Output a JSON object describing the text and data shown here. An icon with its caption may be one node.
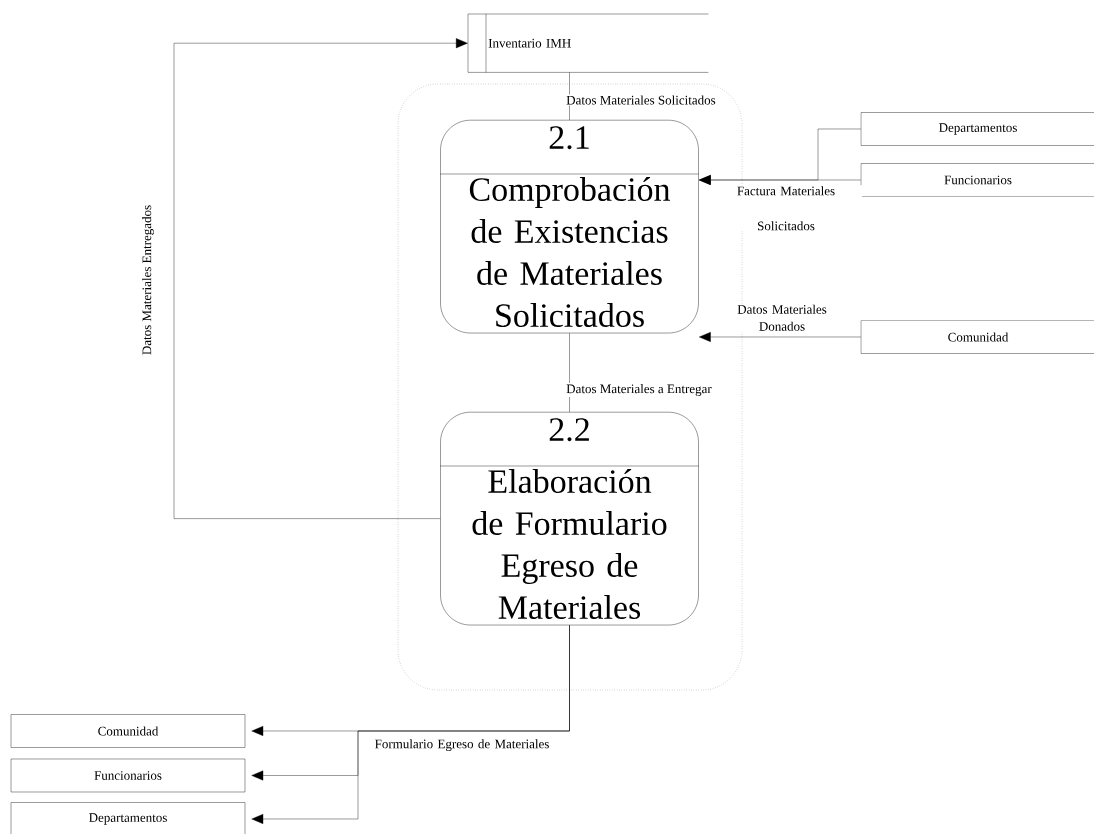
{
  "diagram": {
    "nodes": [
      {
        "text": [
          "Inventario IMH"
        ]
      },
      {
        "text": [],
        "shape": "box"
      },
      {
        "text": [
          "2.1",
          "Comprobación de Existencias de Materiales Solicitados"
        ],
        "in": 1
      },
      {
        "text": [
          "2.2",
          "Elaboración de Formulario Egreso de Materiales"
        ],
        "in": 1
      },
      {
        "text": [
          "Departamentos"
        ]
      },
      {
        "text": [
          "Funcionarios"
        ]
      },
      {
        "text": [
          "Comunidad"
        ]
      },
      {
        "text": [
          "Comunidad"
        ]
      },
      {
        "text": [
          "Funcionarios"
        ]
      },
      {
        "text": [
          "Departamentos"
        ]
      }
    ],
    "edges": [
      {
        "from": 0,
        "to": 2,
        "arrow": "none",
        "label": "Datos Materiales Solicitados"
      },
      {
        "from": 4,
        "to": 2,
        "arrow": "to",
        "label": "Factura Materiales Solicitados"
      },
      {
        "from": 5,
        "to": 2,
        "arrow": "to"
      },
      {
        "from": 6,
        "to": 2,
        "arrow": "to",
        "label": "Datos Materiales Donados"
      },
      {
        "from": 2,
        "to": 3,
        "arrow": "none",
        "label": "Datos Materiales a Entregar"
      },
      {
        "from": 3,
        "to": 0,
        "arrow": "to",
        "label": "Datos Materiales Entregados"
      },
      {
        "from": 3,
        "to": 7,
        "arrow": "to",
        "label": "Formulario Egreso de Materiales"
      },
      {
        "from": 3,
        "to": 8,
        "arrow": "to"
      },
      {
        "from": 3,
        "to": 9,
        "arrow": "to"
      }
    ]
  }
}
